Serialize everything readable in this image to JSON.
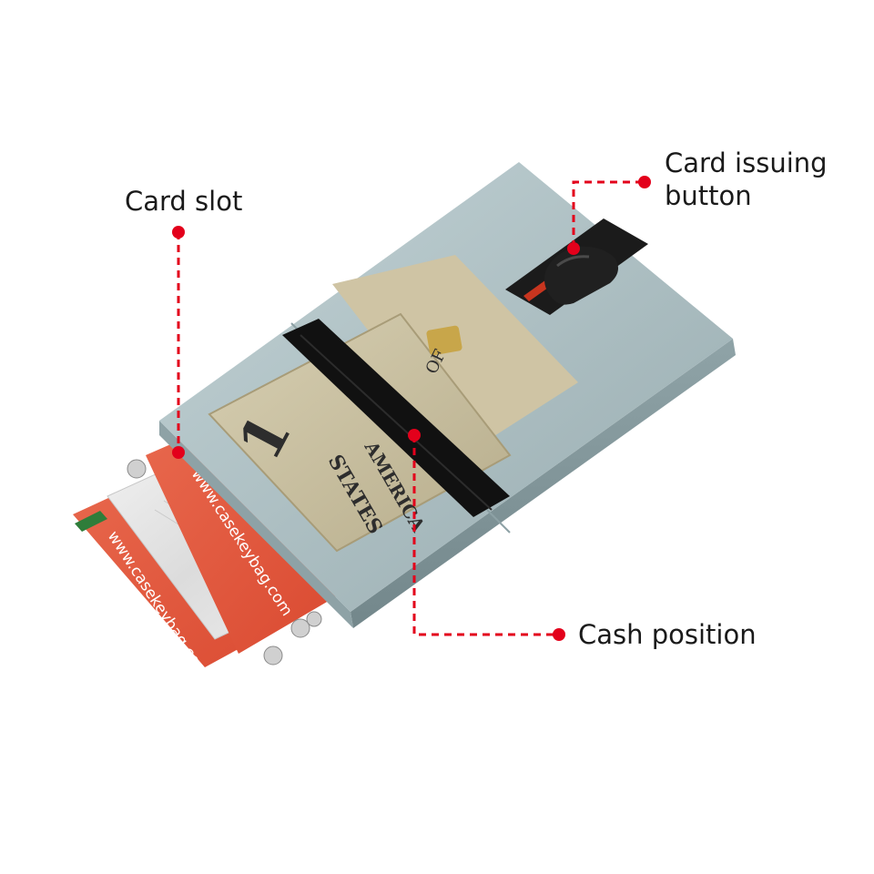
{
  "callouts": {
    "card_slot": "Card slot",
    "card_issuing_button": [
      "Card issuing",
      "button"
    ],
    "cash_position": "Cash position"
  },
  "cards": {
    "url_text": "www.casekeybag.com"
  },
  "banknote": {
    "denomination": "1",
    "text_fragments": [
      "STATES",
      "AMERICA",
      "OF"
    ]
  },
  "colors": {
    "callout_accent": "#e3001b",
    "wallet_body": "#a9bcc0",
    "card_red": "#e4553b",
    "elastic_band": "#111111",
    "banknote": "#c9c0a3"
  }
}
